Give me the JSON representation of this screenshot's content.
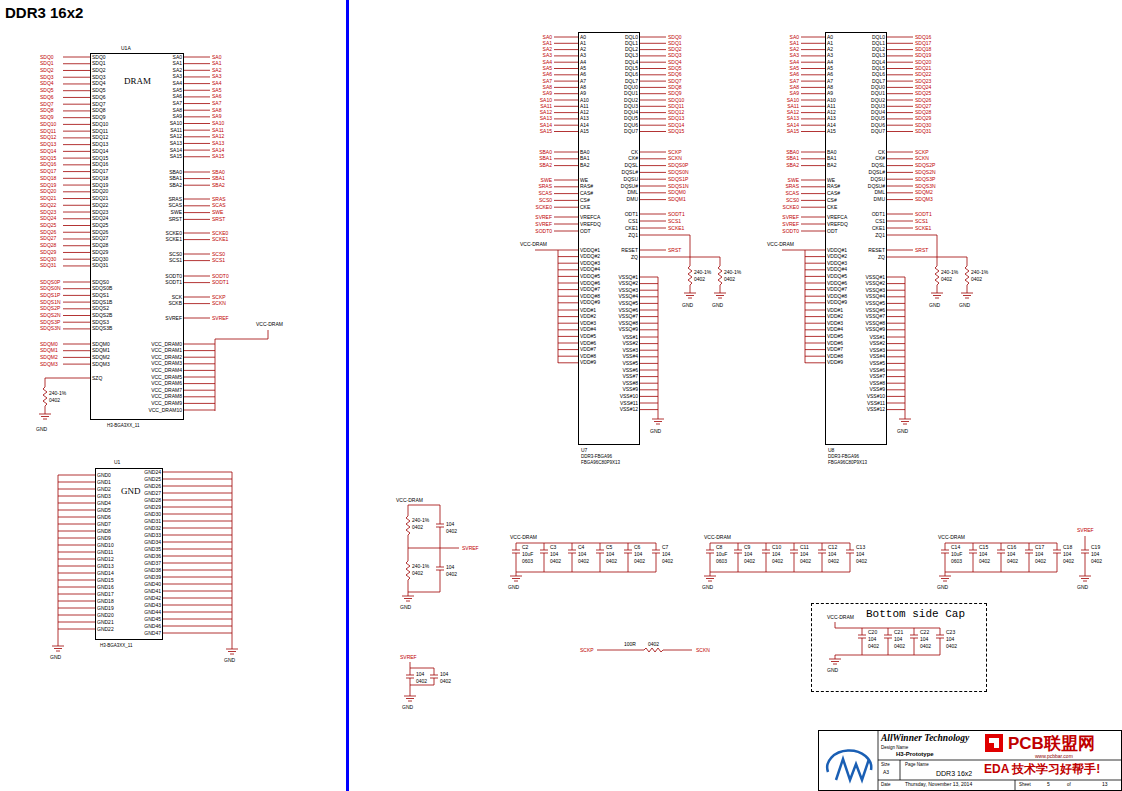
{
  "diagram": {
    "title": "DDR3 16x2",
    "nodes": [
      {
        "text": [
          "U1A",
          "DRAM",
          "H3-BGA3XX_11"
        ]
      },
      {
        "text": [
          "U1",
          "GND",
          "H3-BGA3XX_11"
        ]
      },
      {
        "text": [
          "U7",
          "DDR3-FBGA96",
          "FBGA96C80P9X13"
        ]
      },
      {
        "text": [
          "U8",
          "DDR3-FBGA96",
          "FBGA96C80P9X13"
        ]
      },
      {
        "text": [
          "Bottom side Cap"
        ]
      },
      {
        "text": [
          "AllWinner Technology",
          "Design Name",
          "H3-Prototype",
          "Size",
          "A3",
          "Page Name",
          "DDR3 16x2",
          "Date",
          "Thursday, November 13, 2014",
          "Sheet",
          "5",
          "of",
          "13"
        ]
      }
    ],
    "labels": [
      "SDQ0",
      "SDQ1",
      "SDQ2",
      "SDQ3",
      "SDQ4",
      "SDQ5",
      "SDQ6",
      "SDQ7",
      "SDQ8",
      "SDQ9",
      "SDQ10",
      "SDQ11",
      "SDQ12",
      "SDQ13",
      "SDQ14",
      "SDQ15",
      "SDQ16",
      "SDQ17",
      "SDQ18",
      "SDQ19",
      "SDQ20",
      "SDQ21",
      "SDQ22",
      "SDQ23",
      "SDQ24",
      "SDQ25",
      "SDQ26",
      "SDQ27",
      "SDQ28",
      "SDQ29",
      "SDQ30",
      "SDQ31",
      "SDQS0P",
      "SDQS0N",
      "SDQS1P",
      "SDQS1N",
      "SDQS2P",
      "SDQS2N",
      "SDQS3P",
      "SDQS3N",
      "SDQM0",
      "SDQM1",
      "SDQM2",
      "SDQM3",
      "SDQ0",
      "SDQ1",
      "SDQ2",
      "SDQ3",
      "SDQ4",
      "SDQ5",
      "SDQ6",
      "SDQ7",
      "SDQ8",
      "SDQ9",
      "SDQ10",
      "SDQ11",
      "SDQ12",
      "SDQ13",
      "SDQ14",
      "SDQ15",
      "SDQ16",
      "SDQ17",
      "SDQ18",
      "SDQ19",
      "SDQ20",
      "SDQ21",
      "SDQ22",
      "SDQ23",
      "SDQ24",
      "SDQ25",
      "SDQ26",
      "SDQ27",
      "SDQ28",
      "SDQ29",
      "SDQ30",
      "SDQ31",
      "SDQS0",
      "SDQS0B",
      "SDQS1",
      "SDQS1B",
      "SDQS2",
      "SDQS2B",
      "SDQS3",
      "SDQS3B",
      "SDQM0",
      "SDQM1",
      "SDQM2",
      "SDQM3",
      "SZQ",
      "SA0",
      "SA1",
      "SA2",
      "SA3",
      "SA4",
      "SA5",
      "SA6",
      "SA7",
      "SA8",
      "SA9",
      "SA10",
      "SA11",
      "SA12",
      "SA13",
      "SA14",
      "SA15",
      "SBA0",
      "SBA1",
      "SBA2",
      "SRAS",
      "SCAS",
      "SWE",
      "SRST",
      "SCKE0",
      "SCKE1",
      "SCS0",
      "SCS1",
      "SODT0",
      "SODT1",
      "SCK",
      "SCKB",
      "SVREF",
      "VCC_DRAM0",
      "VCC_DRAM1",
      "VCC_DRAM2",
      "VCC_DRAM3",
      "VCC_DRAM4",
      "VCC_DRAM5",
      "VCC_DRAM6",
      "VCC_DRAM7",
      "VCC_DRAM8",
      "VCC_DRAM9",
      "VCC_DRAM10",
      "SA0",
      "SA1",
      "SA2",
      "SA3",
      "SA4",
      "SA5",
      "SA6",
      "SA7",
      "SA8",
      "SA9",
      "SA10",
      "SA11",
      "SA12",
      "SA13",
      "SA14",
      "SA15",
      "SBA0",
      "SBA1",
      "SBA2",
      "SRAS",
      "SCAS",
      "SWE",
      "SRST",
      "SCKE0",
      "SCKE1",
      "SCS0",
      "SCS1",
      "SODT0",
      "SODT1",
      "SCKP",
      "SCKN",
      "SVREF",
      "VCC-DRAM",
      "240-1%",
      "0402",
      "GND",
      "GND0",
      "GND1",
      "GND2",
      "GND3",
      "GND4",
      "GND5",
      "GND6",
      "GND7",
      "GND8",
      "GND9",
      "GND10",
      "GND11",
      "GND12",
      "GND13",
      "GND14",
      "GND15",
      "GND16",
      "GND17",
      "GND18",
      "GND19",
      "GND20",
      "GND21",
      "GND22",
      "GND24",
      "GND25",
      "GND26",
      "GND27",
      "GND28",
      "GND29",
      "GND30",
      "GND31",
      "GND32",
      "GND33",
      "GND34",
      "GND35",
      "GND36",
      "GND37",
      "GND38",
      "GND39",
      "GND40",
      "GND41",
      "GND42",
      "GND43",
      "GND44",
      "GND45",
      "GND46",
      "GND47",
      "GND",
      "GND",
      "A0",
      "A1",
      "A2",
      "A3",
      "A4",
      "A5",
      "A6",
      "A7",
      "A8",
      "A9",
      "A10",
      "A11",
      "A12",
      "A13",
      "A14",
      "A15",
      "BA0",
      "BA1",
      "BA2",
      "WE",
      "RAS#",
      "CAS#",
      "CS#",
      "CKE",
      "VREFCA",
      "VREFDQ",
      "ODT",
      "VDDQ#1",
      "VDDQ#2",
      "VDDQ#3",
      "VDDQ#4",
      "VDDQ#5",
      "VDDQ#6",
      "VDDQ#7",
      "VDDQ#8",
      "VDDQ#9",
      "VDD#1",
      "VDD#2",
      "VDD#3",
      "VDD#4",
      "VDD#5",
      "VDD#6",
      "VDD#7",
      "VDD#8",
      "VDD#9",
      "SA0",
      "SA1",
      "SA2",
      "SA3",
      "SA4",
      "SA5",
      "SA6",
      "SA7",
      "SA8",
      "SA9",
      "SA10",
      "SA11",
      "SA12",
      "SA13",
      "SA14",
      "SA15",
      "SBA0",
      "SBA1",
      "SBA2",
      "SWE",
      "SRAS",
      "SCAS",
      "SCS0",
      "SCKE0",
      "SVREF",
      "SVREF",
      "SODT0",
      "DQL0",
      "DQL1",
      "DQL2",
      "DQL3",
      "DQL4",
      "DQL5",
      "DQL6",
      "DQL7",
      "DQU0",
      "DQU1",
      "DQU2",
      "DQU3",
      "DQU4",
      "DQU5",
      "DQU6",
      "DQU7",
      "CK",
      "CK#",
      "DQSL",
      "DQSL#",
      "DQSU",
      "DQSU#",
      "DML",
      "DMU",
      "ODT1",
      "CS1",
      "CKE1",
      "ZQ1",
      "RESET",
      "ZQ",
      "VSSQ#1",
      "VSSQ#2",
      "VSSQ#3",
      "VSSQ#4",
      "VSSQ#5",
      "VSSQ#6",
      "VSSQ#7",
      "VSSQ#8",
      "VSSQ#9",
      "VSS#1",
      "VSS#2",
      "VSS#3",
      "VSS#4",
      "VSS#5",
      "VSS#6",
      "VSS#7",
      "VSS#8",
      "VSS#9",
      "VSS#10",
      "VSS#11",
      "VSS#12",
      "SDQ0",
      "SDQ1",
      "SDQ2",
      "SDQ3",
      "SDQ4",
      "SDQ5",
      "SDQ6",
      "SDQ7",
      "SDQ8",
      "SDQ9",
      "SDQ10",
      "SDQ11",
      "SDQ12",
      "SDQ13",
      "SDQ14",
      "SDQ15",
      "SCKP",
      "SCKN",
      "SDQS0P",
      "SDQS0N",
      "SDQS1P",
      "SDQS1N",
      "SDQM0",
      "SDQM1",
      "SODT1",
      "SCS1",
      "SCKE1",
      "SRST",
      "VCC-DRAM",
      "240-1%",
      "0402",
      "240-1%",
      "0402",
      "GND",
      "GND",
      "GND",
      "A0",
      "A1",
      "A2",
      "A3",
      "A4",
      "A5",
      "A6",
      "A7",
      "A8",
      "A9",
      "A10",
      "A11",
      "A12",
      "A13",
      "A14",
      "A15",
      "BA0",
      "BA1",
      "BA2",
      "WE",
      "RAS#",
      "CAS#",
      "CS#",
      "CKE",
      "VREFCA",
      "VREFDQ",
      "ODT",
      "VDDQ#1",
      "VDDQ#2",
      "VDDQ#3",
      "VDDQ#4",
      "VDDQ#5",
      "VDDQ#6",
      "VDDQ#7",
      "VDDQ#8",
      "VDDQ#9",
      "VDD#1",
      "VDD#2",
      "VDD#3",
      "VDD#4",
      "VDD#5",
      "VDD#6",
      "VDD#7",
      "VDD#8",
      "VDD#9",
      "SA0",
      "SA1",
      "SA2",
      "SA3",
      "SA4",
      "SA5",
      "SA6",
      "SA7",
      "SA8",
      "SA9",
      "SA10",
      "SA11",
      "SA12",
      "SA13",
      "SA14",
      "SA15",
      "SBA0",
      "SBA1",
      "SBA2",
      "SWE",
      "SRAS",
      "SCAS",
      "SCS0",
      "SCKE0",
      "SVREF",
      "SVREF",
      "SODT0",
      "DQL0",
      "DQL1",
      "DQL2",
      "DQL3",
      "DQL4",
      "DQL5",
      "DQL6",
      "DQL7",
      "DQU0",
      "DQU1",
      "DQU2",
      "DQU3",
      "DQU4",
      "DQU5",
      "DQU6",
      "DQU7",
      "CK",
      "CK#",
      "DQSL",
      "DQSL#",
      "DQSU",
      "DQSU#",
      "DML",
      "DMU",
      "ODT1",
      "CS1",
      "CKE1",
      "ZQ1",
      "RESET",
      "ZQ",
      "VSSQ#1",
      "VSSQ#2",
      "VSSQ#3",
      "VSSQ#4",
      "VSSQ#5",
      "VSSQ#6",
      "VSSQ#7",
      "VSSQ#8",
      "VSSQ#9",
      "VSS#1",
      "VSS#2",
      "VSS#3",
      "VSS#4",
      "VSS#5",
      "VSS#6",
      "VSS#7",
      "VSS#8",
      "VSS#9",
      "VSS#10",
      "VSS#11",
      "VSS#12",
      "SDQ16",
      "SDQ17",
      "SDQ18",
      "SDQ19",
      "SDQ20",
      "SDQ21",
      "SDQ22",
      "SDQ23",
      "SDQ24",
      "SDQ25",
      "SDQ26",
      "SDQ27",
      "SDQ28",
      "SDQ29",
      "SDQ30",
      "SDQ31",
      "SCKP",
      "SCKN",
      "SDQS2P",
      "SDQS2N",
      "SDQS3P",
      "SDQS3N",
      "SDQM2",
      "SDQM3",
      "SODT1",
      "SCS1",
      "SCKE1",
      "SRST",
      "VCC-DRAM",
      "240-1%",
      "0402",
      "240-1%",
      "0402",
      "GND",
      "GND",
      "GND",
      "VCC-DRAM",
      "240-1%",
      "0402",
      "240-1%",
      "0402",
      "104",
      "0402",
      "104",
      "0402",
      "SVREF",
      "GND",
      "SVREF",
      "104",
      "0402",
      "104",
      "0402",
      "GND",
      "VCC-DRAM",
      "C2",
      "10uF",
      "0603",
      "C3",
      "104",
      "0402",
      "C4",
      "104",
      "0402",
      "C5",
      "104",
      "0402",
      "C6",
      "104",
      "0402",
      "C7",
      "104",
      "0402",
      "GND",
      "VCC-DRAM",
      "C8",
      "10uF",
      "0603",
      "C9",
      "104",
      "0402",
      "C10",
      "104",
      "0402",
      "C11",
      "104",
      "0402",
      "C12",
      "104",
      "0402",
      "C13",
      "104",
      "0402",
      "GND",
      "VCC-DRAM",
      "SVREF",
      "C14",
      "10uF",
      "0603",
      "C15",
      "104",
      "0402",
      "C16",
      "104",
      "0402",
      "C17",
      "104",
      "0402",
      "C18",
      "104",
      "0402",
      "C19",
      "104",
      "0402",
      "GND",
      "GND",
      "VCC-DRAM",
      "C20",
      "104",
      "0402",
      "C21",
      "104",
      "0402",
      "C22",
      "104",
      "0402",
      "C23",
      "104",
      "0402",
      "GND",
      "SCKP",
      "100R",
      "0402",
      "SCKN",
      "PCB联盟网",
      "www.pcbbar.com",
      "EDA 技术学习好帮手!"
    ]
  }
}
